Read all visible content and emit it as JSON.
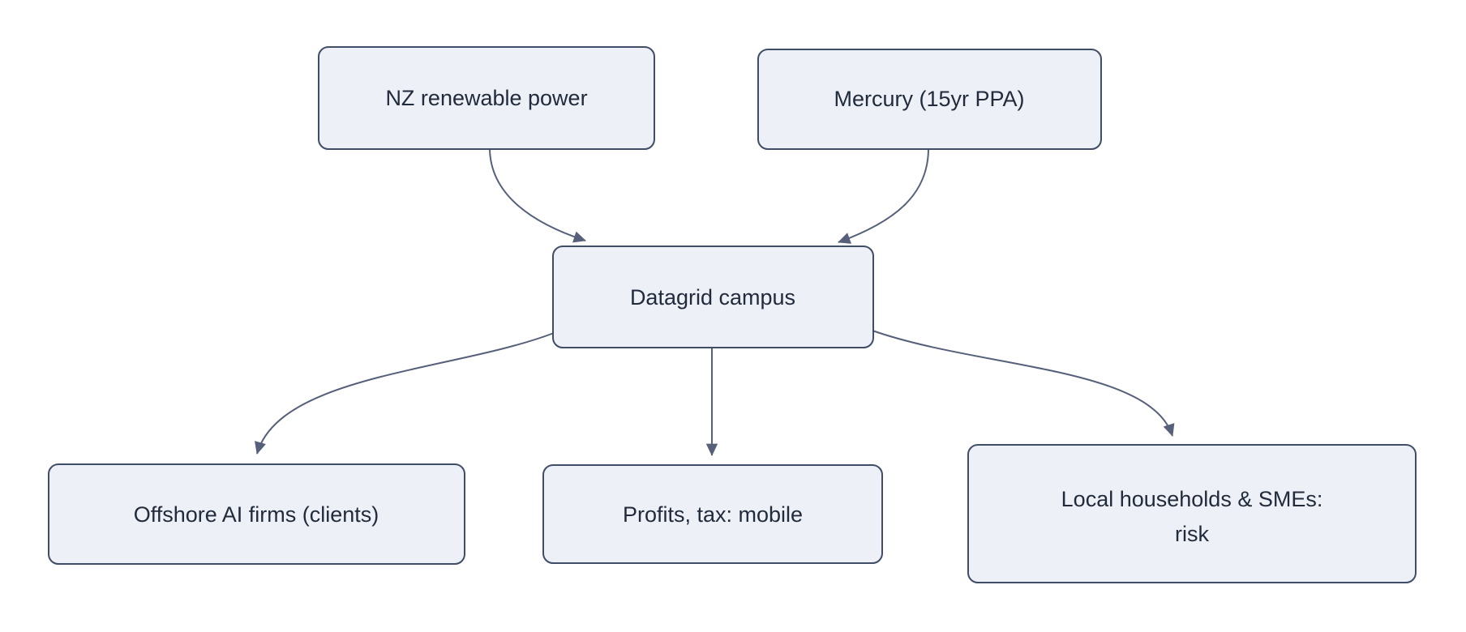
{
  "diagram": {
    "type": "flowchart",
    "direction": "top-down",
    "background": "#ffffff",
    "colors": {
      "node_fill": "#edf0f7",
      "node_border": "#404d66",
      "edge_line": "#56607a",
      "text": "#222b3b"
    },
    "nodes": {
      "nz_power": {
        "label": "NZ renewable power"
      },
      "mercury": {
        "label": "Mercury (15yr PPA)"
      },
      "datagrid": {
        "label": "Datagrid campus"
      },
      "offshore_ai": {
        "label": "Offshore AI firms (clients)"
      },
      "profits_tax": {
        "label": "Profits, tax: mobile"
      },
      "households": {
        "label_line1": "Local households & SMEs:",
        "label_line2": "risk"
      }
    },
    "edges": [
      {
        "from": "nz_power",
        "to": "datagrid"
      },
      {
        "from": "mercury",
        "to": "datagrid"
      },
      {
        "from": "datagrid",
        "to": "offshore_ai"
      },
      {
        "from": "datagrid",
        "to": "profits_tax"
      },
      {
        "from": "datagrid",
        "to": "households"
      }
    ]
  }
}
